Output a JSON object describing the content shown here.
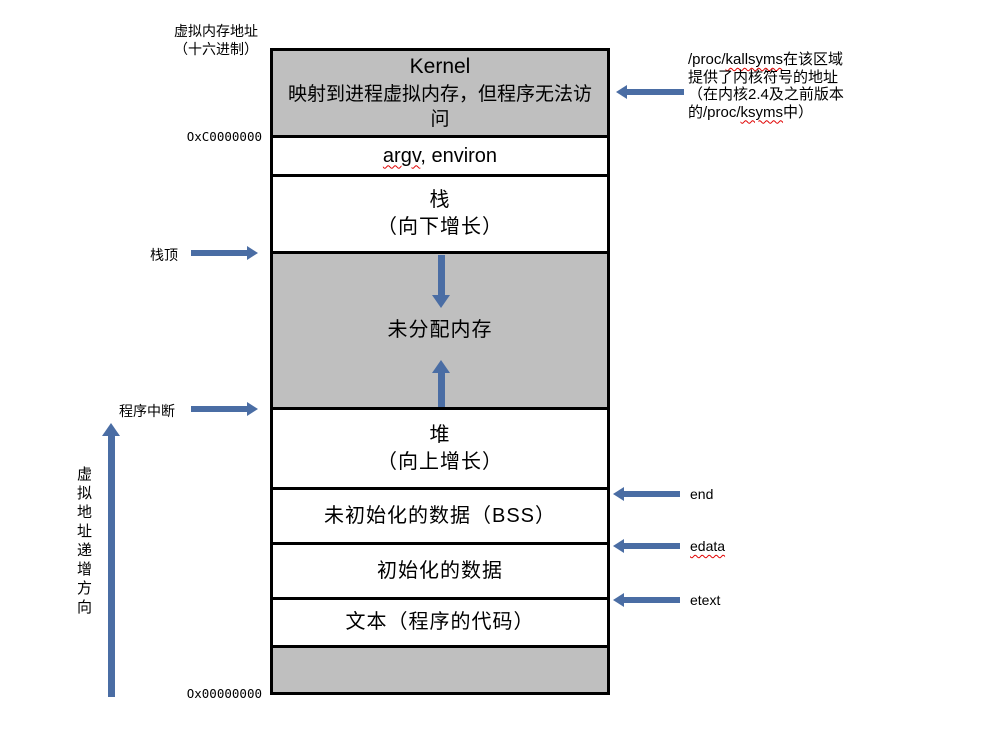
{
  "colors": {
    "box_gray": "#BFBFBF",
    "arrow_blue": "#4A6DA4",
    "border_black": "#000000",
    "squiggle_red": "#E00000"
  },
  "axis_title": {
    "line1": "虚拟内存地址",
    "line2": "（十六进制）"
  },
  "addresses": {
    "kernel_base": "OxC0000000",
    "zero": "Ox00000000"
  },
  "left": {
    "stack_top": "栈顶",
    "program_break": "程序中断",
    "direction_axis": "虚拟地址递增方向"
  },
  "right": {
    "kernel_note": {
      "l1a": "/proc/",
      "l1b": "kallsyms",
      "l1c": "在该区域",
      "l2": "提供了内核符号的地址",
      "l3": "（在内核2.4及之前版本",
      "l4a": "的/proc/",
      "l4b": "ksyms",
      "l4c": "中）"
    },
    "end": "end",
    "edata": "edata",
    "etext": "etext"
  },
  "segments": {
    "kernel": {
      "title": "Kernel",
      "desc1": "映射到进程虚拟内存，但程序无法访",
      "desc2": "问"
    },
    "argv": {
      "word1": "argv",
      "rest": ", environ"
    },
    "stack": {
      "line1": "栈",
      "line2": "（向下增长）"
    },
    "unallocated": "未分配内存",
    "heap": {
      "line1": "堆",
      "line2": "（向上增长）"
    },
    "bss": "未初始化的数据（BSS）",
    "data_init": "初始化的数据",
    "text_seg": "文本（程序的代码）"
  }
}
